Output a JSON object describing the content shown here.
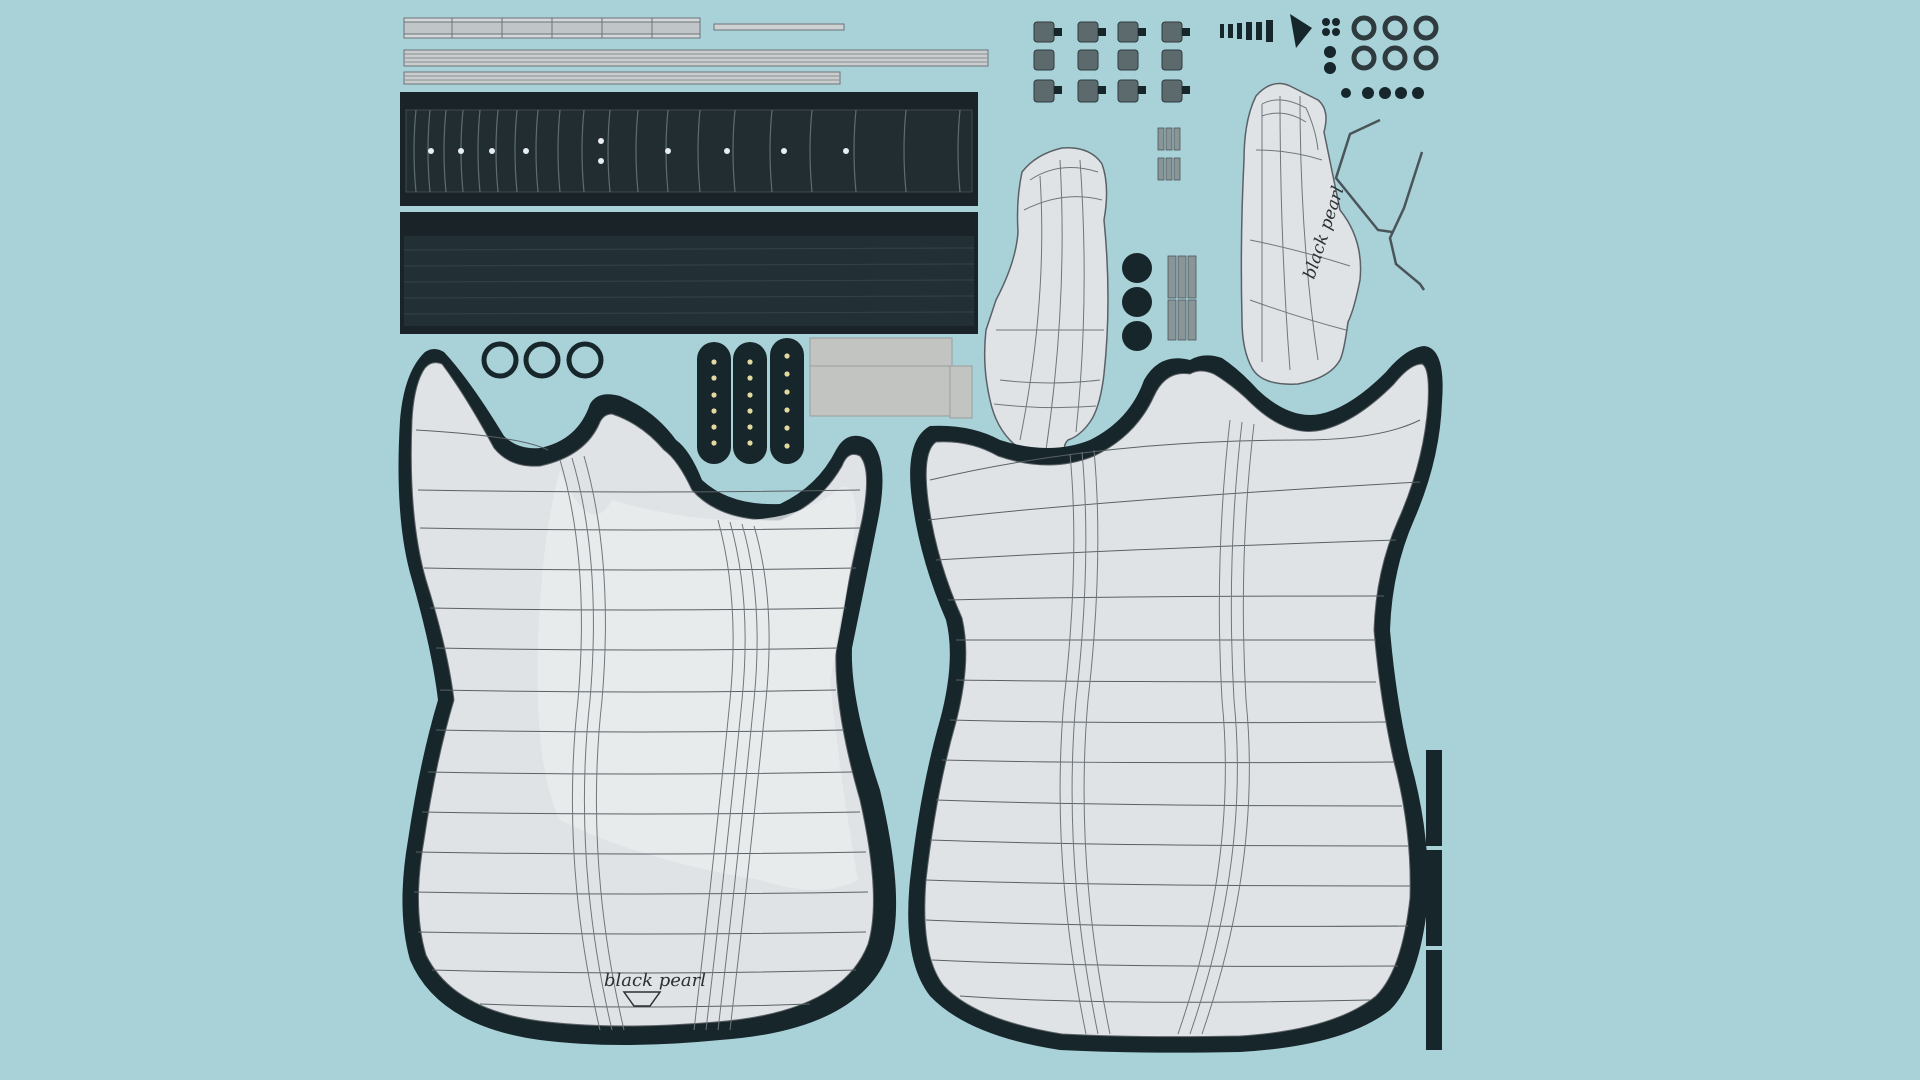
{
  "texture": {
    "background_color": "#a8d1d8",
    "ink_color": "#17262b",
    "panel_fill": "#dfe3e5",
    "panel_fill_light": "#e8ecee",
    "wire_color": "#5a6166",
    "fretboard_fill": "#1a2327",
    "pickguard_fill": "#c2c4c2",
    "pickup_dot_color": "#e3d9a0"
  },
  "logos": {
    "body_logo_text": "black pearl",
    "headstock_logo_text": "black pearl"
  },
  "components": {
    "fretboard_markers": 9,
    "pickups": 3,
    "body_halves": 2,
    "tuner_pegs": 12,
    "knob_rings": 6
  }
}
